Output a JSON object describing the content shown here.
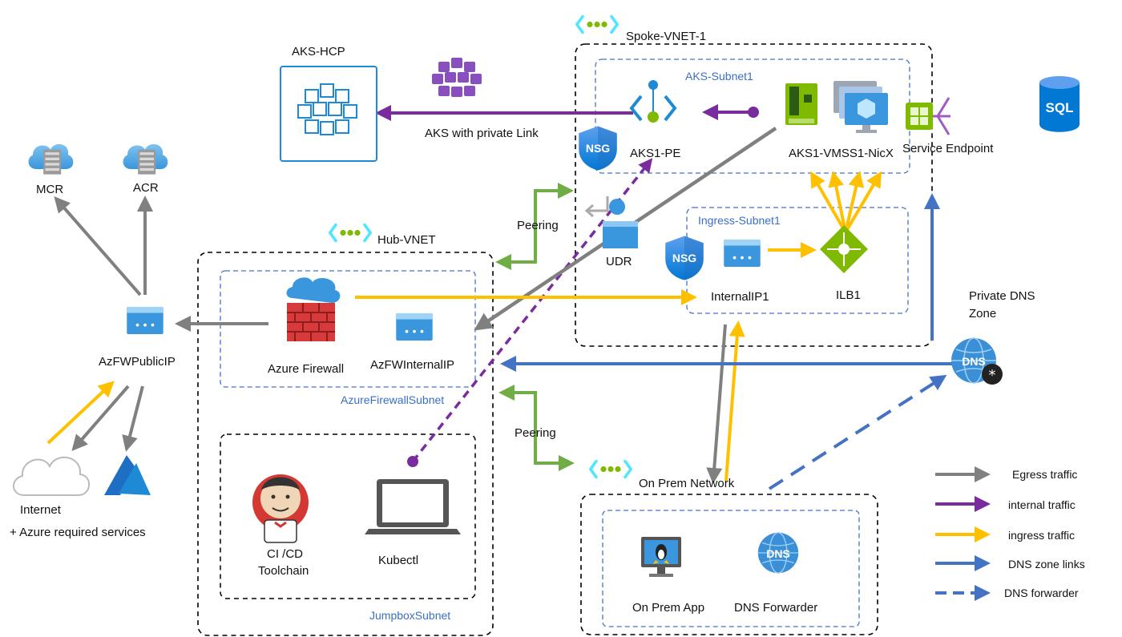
{
  "labels": {
    "spoke_vnet": "Spoke-VNET-1",
    "aks_subnet": "AKS-Subnet1",
    "aks_hcp": "AKS-HCP",
    "aks_private_link": "AKS with private Link",
    "aks_pe": "AKS1-PE",
    "aks_vmss": "AKS1-VMSS1-NicX",
    "service_endpoint": "Service Endpoint",
    "sql": "SQL",
    "mcr": "MCR",
    "acr": "ACR",
    "peering_top": "Peering",
    "peering_bottom": "Peering",
    "udr": "UDR",
    "ingress_subnet": "Ingress-Subnet1",
    "nsg_aks": "NSG",
    "nsg_ingress": "NSG",
    "internal_ip": "InternalIP1",
    "ilb": "ILB1",
    "hub_vnet": "Hub-VNET",
    "private_dns_line1": "Private DNS",
    "private_dns_line2": "Zone",
    "dns_zone_icon": "DNS",
    "az_fw_public_ip": "AzFWPublicIP",
    "azure_firewall": "Azure Firewall",
    "az_fw_internal_ip": "AzFWInternalIP",
    "azure_firewall_subnet": "AzureFirewallSubnet",
    "internet": "Internet",
    "azure_required": "+ Azure required services",
    "ci_cd_line1": "CI /CD",
    "ci_cd_line2": "Toolchain",
    "kubectl": "Kubectl",
    "jumpbox_subnet": "JumpboxSubnet",
    "on_prem_network": "On Prem Network",
    "on_prem_app": "On Prem App",
    "dns_forwarder": "DNS Forwarder",
    "dns_forwarder_icon": "DNS"
  },
  "legend": [
    {
      "label": "Egress traffic",
      "color": "#808080",
      "dashed": false
    },
    {
      "label": "internal traffic",
      "color": "#7a2c9e",
      "dashed": false
    },
    {
      "label": "ingress traffic",
      "color": "#ffc000",
      "dashed": false
    },
    {
      "label": "DNS zone links",
      "color": "#4472c4",
      "dashed": false
    },
    {
      "label": "DNS forwarder",
      "color": "#4472c4",
      "dashed": true
    }
  ],
  "colors": {
    "egress": "#808080",
    "internal": "#7a2c9e",
    "ingress": "#ffc000",
    "dns": "#4472c4",
    "peering": "#70ad47",
    "vnet_border": "#000000",
    "subnet_border": "#4472c4",
    "azure_blue": "#1e8ad6"
  },
  "icons": {
    "vnet": "vnet-icon",
    "aks_hcp": "kubernetes-service-icon",
    "aks_cluster": "aks-nodes-icon",
    "private_endpoint": "private-endpoint-icon",
    "nic": "network-interface-icon",
    "vmss": "vm-scale-set-icon",
    "service_endpoint": "service-endpoint-icon",
    "sql": "sql-database-icon",
    "cloud_registry": "container-registry-icon",
    "nsg": "nsg-shield-icon",
    "udr": "route-table-icon",
    "public_ip": "public-ip-icon",
    "firewall": "firewall-icon",
    "internal_ip": "internal-ip-icon",
    "load_balancer": "load-balancer-icon",
    "dns_zone": "dns-zone-icon",
    "cloud": "cloud-icon",
    "azure_logo": "azure-logo-icon",
    "jenkins": "jenkins-icon",
    "laptop": "laptop-icon",
    "monitor": "on-prem-app-icon",
    "dns_forwarder": "dns-forwarder-icon"
  }
}
